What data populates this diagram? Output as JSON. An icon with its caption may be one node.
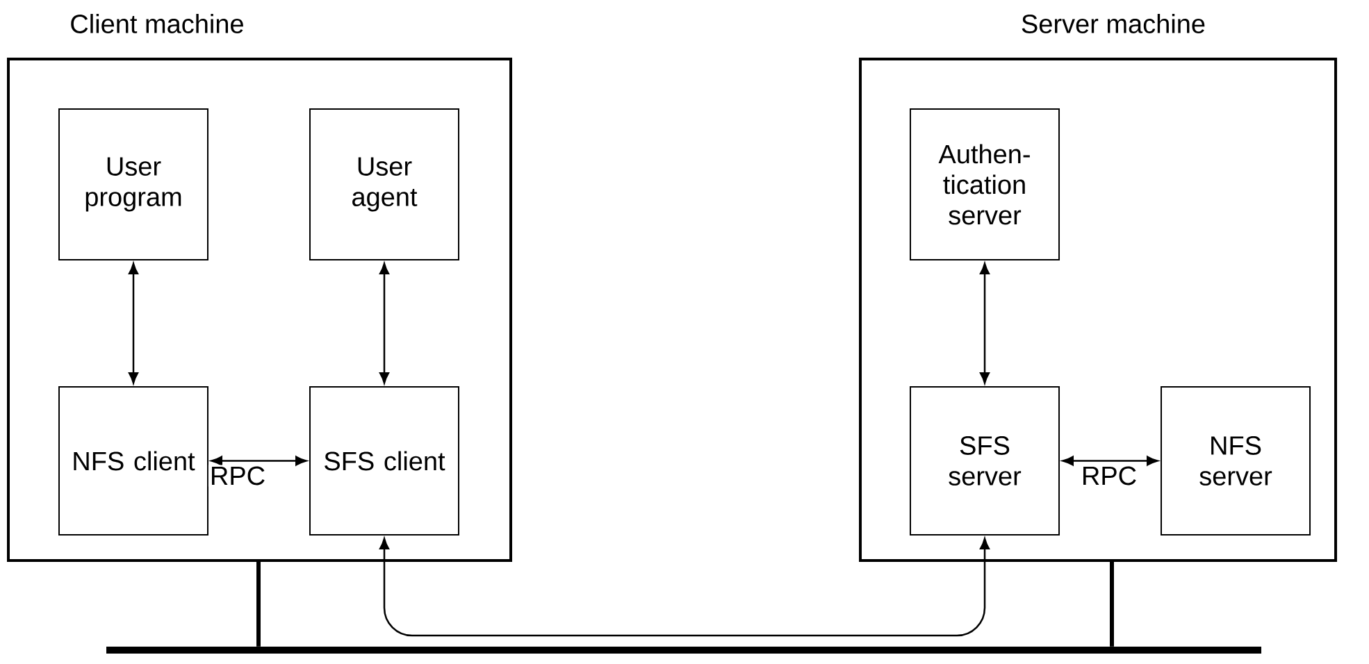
{
  "diagram": {
    "nodes": [
      {
        "text": [
          "Client machine"
        ]
      },
      {
        "text": [
          "User program"
        ],
        "in": 0
      },
      {
        "text": [
          "User agent"
        ],
        "in": 0
      },
      {
        "text": [
          "NFS client"
        ],
        "in": 0
      },
      {
        "text": [
          "SFS client"
        ],
        "in": 0
      },
      {
        "text": [
          "Server machine"
        ]
      },
      {
        "text": [
          "Authen- tication server"
        ],
        "in": 5
      },
      {
        "text": [
          "SFS server"
        ],
        "in": 5
      },
      {
        "text": [
          "NFS server"
        ],
        "in": 5
      },
      {
        "text": [],
        "shape": "bar"
      }
    ],
    "edges": [
      {
        "from": 1,
        "to": 3,
        "arrow": "both"
      },
      {
        "from": 2,
        "to": 4,
        "arrow": "both"
      },
      {
        "from": 3,
        "to": 4,
        "arrow": "both",
        "label": "RPC"
      },
      {
        "from": 6,
        "to": 7,
        "arrow": "both"
      },
      {
        "from": 7,
        "to": 8,
        "arrow": "both",
        "label": "RPC"
      },
      {
        "from": 4,
        "to": 7,
        "arrow": "both"
      },
      {
        "from": 0,
        "to": 9,
        "arrow": "none",
        "style": "thick"
      },
      {
        "from": 5,
        "to": 9,
        "arrow": "none",
        "style": "thick"
      }
    ]
  }
}
